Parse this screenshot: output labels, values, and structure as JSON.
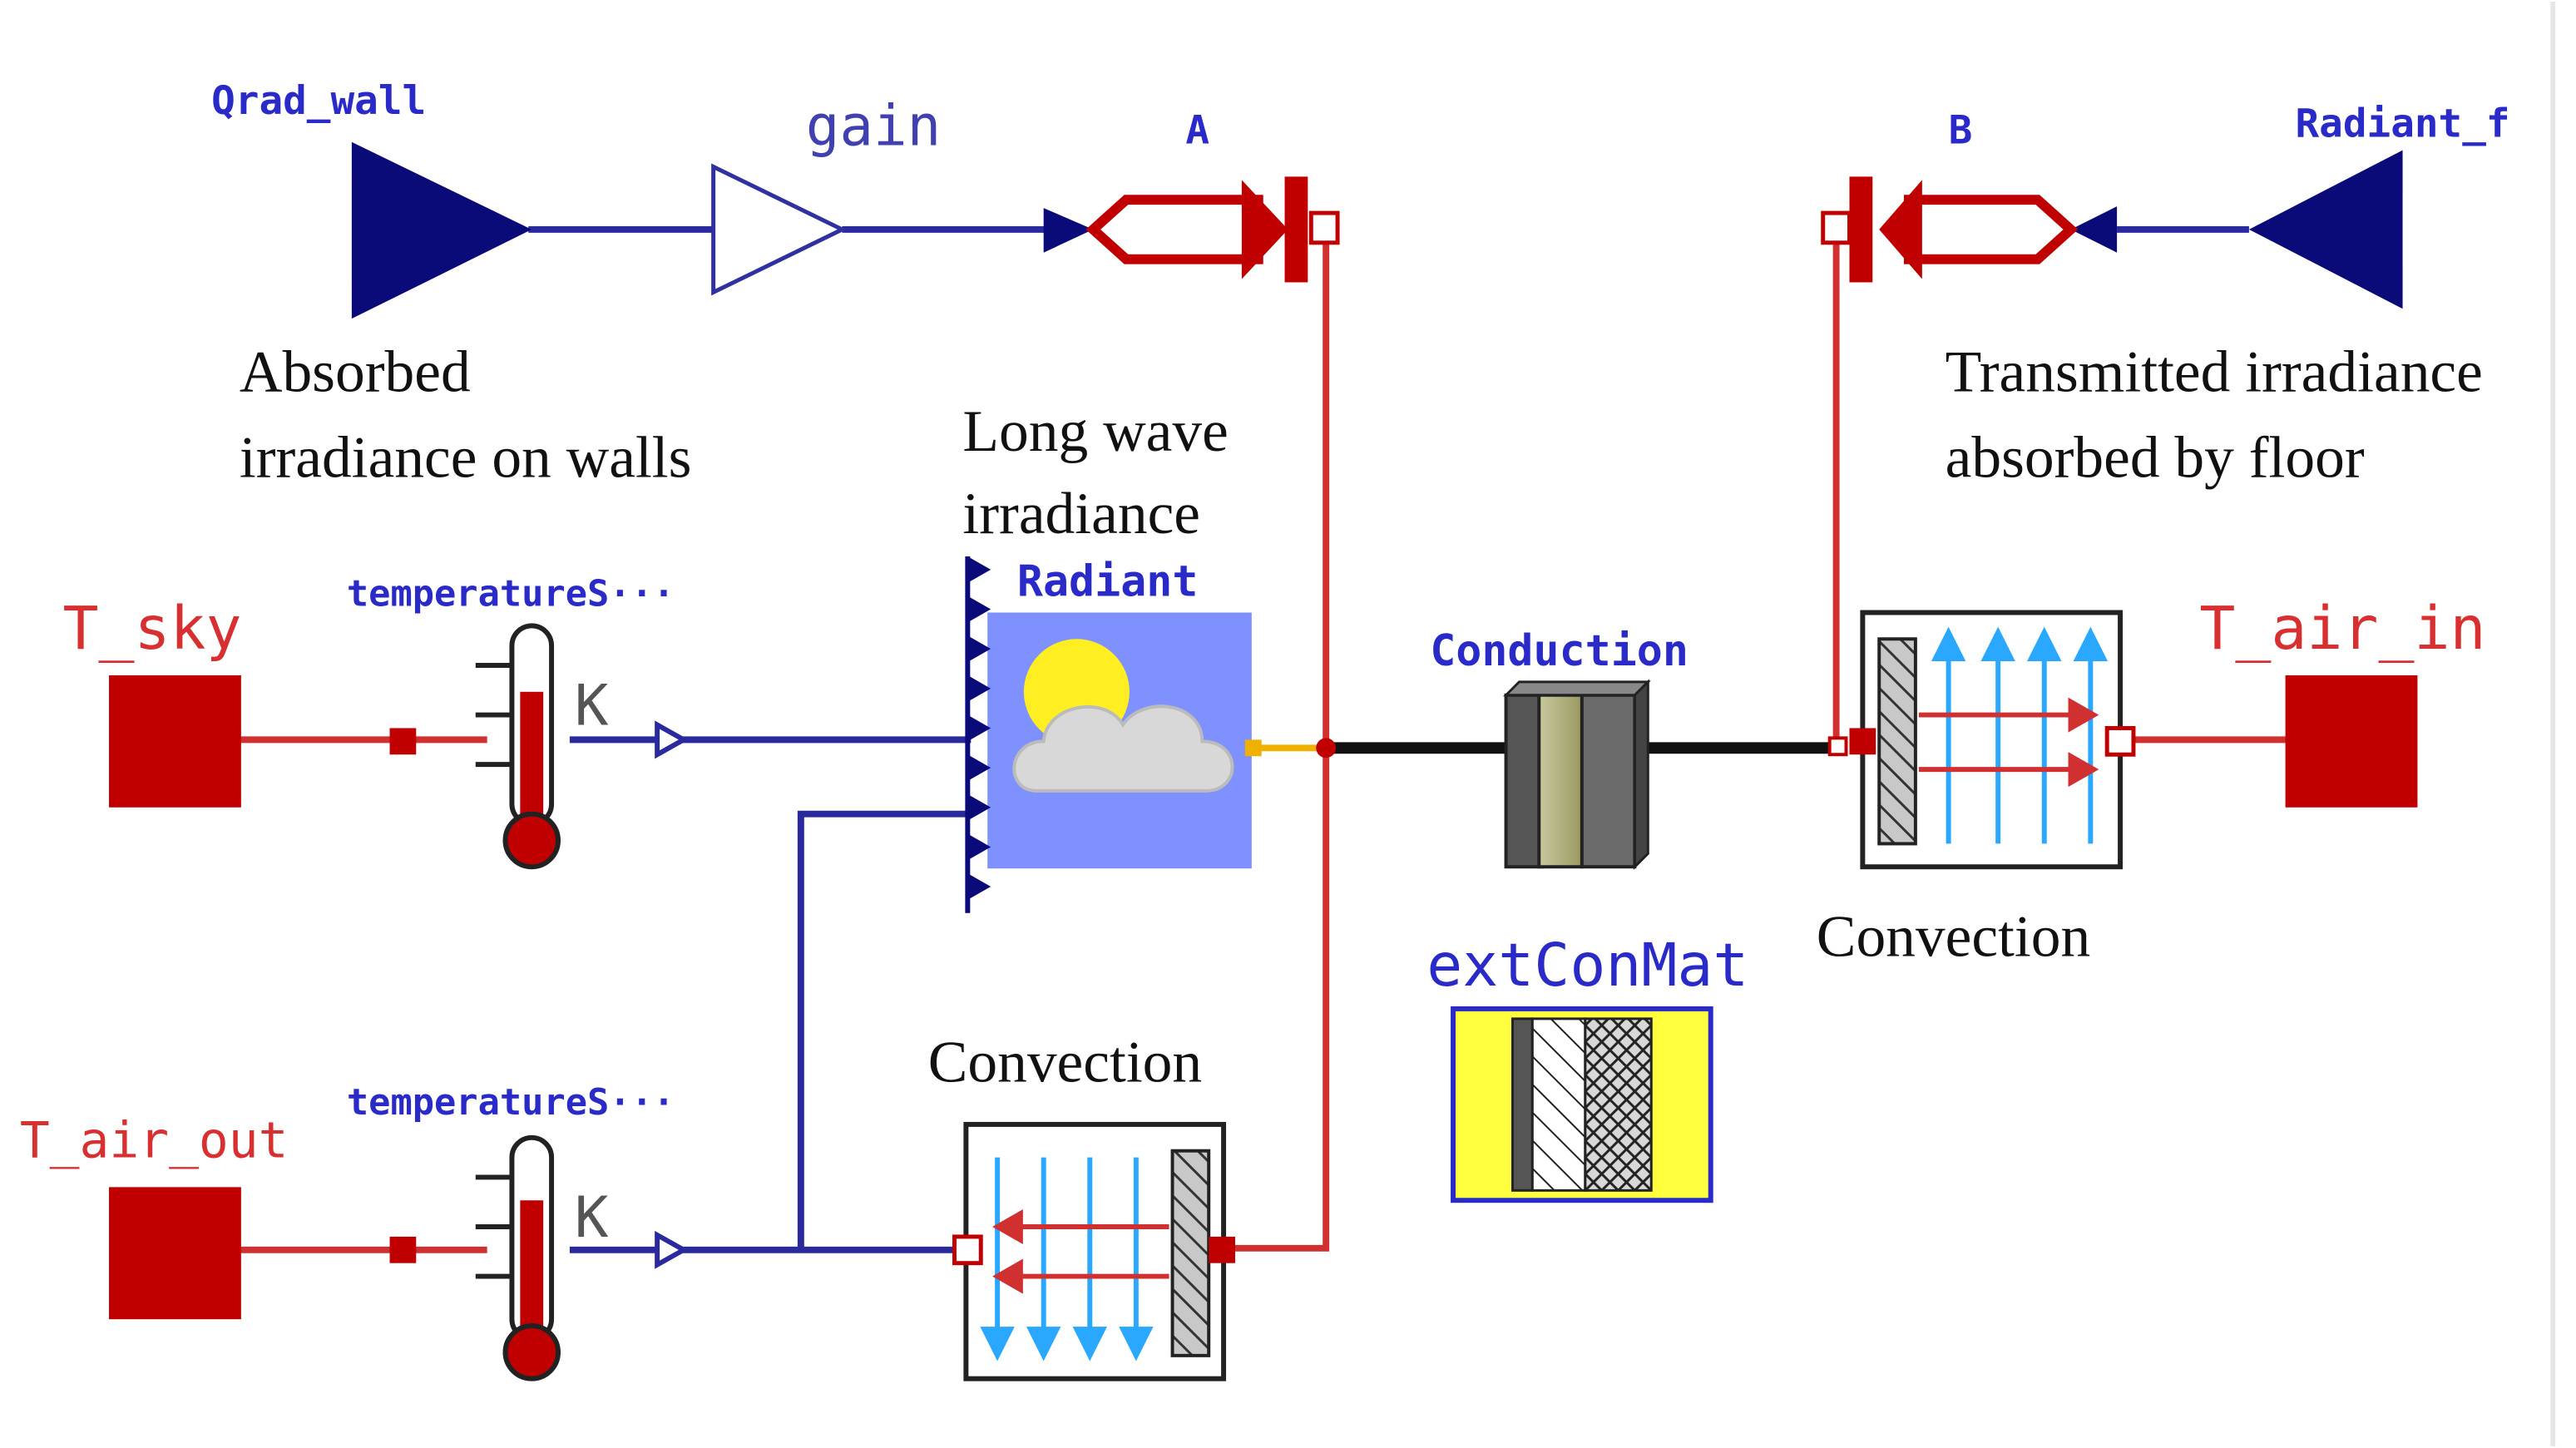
{
  "labels": {
    "qrad_wall": "Qrad_wall",
    "gain": "gain",
    "port_a": "A",
    "port_b": "B",
    "radiant_f": "Radiant_f",
    "absorbed_walls_line1": "Absorbed",
    "absorbed_walls_line2": "irradiance  on walls",
    "long_wave_line1": "Long wave",
    "long_wave_line2": "irradiance",
    "transmitted_line1": "Transmitted  irradiance",
    "transmitted_line2": "absorbed  by floor",
    "t_sky": "T_sky",
    "temp_sensor_top": "temperatureS···",
    "temp_sensor_bottom": "temperatureS···",
    "unit_k_top": "K",
    "unit_k_bottom": "K",
    "radiant": "Radiant",
    "conduction": "Conduction",
    "t_air_in": "T_air_in",
    "convection_right": "Convection",
    "ext_con_mat": "extConMat",
    "t_air_out": "T_air_out",
    "convection_bottom": "Convection"
  },
  "colors": {
    "heat_port_red": "#c00000",
    "signal_blue": "#2a2a9e",
    "label_blue": "#2a2ac8",
    "label_red": "#d83030",
    "navy_input": "#0a0a78",
    "sky_panel": "#7f90ff",
    "material_yellow": "#ffff40",
    "arrow_light_blue": "#2aa8ff"
  },
  "icons": [
    "input-triangle-icon",
    "gain-triangle-icon",
    "heat-flow-adapter-icon",
    "temperature-source-icon",
    "thermometer-icon",
    "sky-radiation-icon",
    "conduction-wall-icon",
    "convection-icon",
    "material-layers-icon"
  ]
}
